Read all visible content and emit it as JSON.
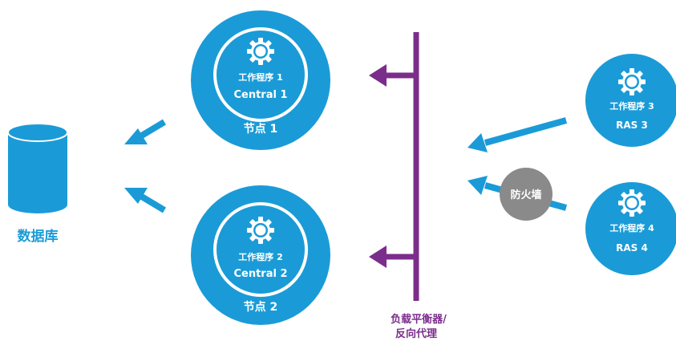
{
  "database": {
    "label": "数据库",
    "icon": "database-icon"
  },
  "nodes": [
    {
      "id": "node1",
      "worker_label": "工作程序 1",
      "central_label": "Central 1",
      "node_label": "节点 1",
      "icon": "gear-icon"
    },
    {
      "id": "node2",
      "worker_label": "工作程序 2",
      "central_label": "Central 2",
      "node_label": "节点 2",
      "icon": "gear-icon"
    }
  ],
  "ras": [
    {
      "id": "ras3",
      "worker_label": "工作程序 3",
      "name": "RAS 3",
      "icon": "gear-icon"
    },
    {
      "id": "ras4",
      "worker_label": "工作程序 4",
      "name": "RAS 4",
      "icon": "gear-icon"
    }
  ],
  "firewall": {
    "label": "防火墙"
  },
  "load_balancer": {
    "line1": "负载平衡器/",
    "line2": "反向代理"
  },
  "colors": {
    "blue": "#1a9bd7",
    "white": "#ffffff",
    "purple": "#7b2d8b",
    "gray": "#8a8a8a"
  }
}
